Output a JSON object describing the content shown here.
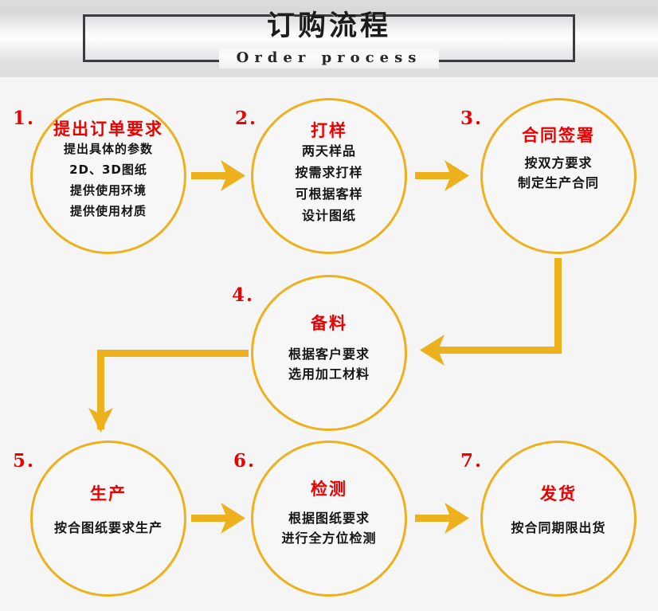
{
  "header": {
    "title": "订购流程",
    "subtitle": "Order process"
  },
  "colors": {
    "accent": "#edb11d",
    "title_red": "#ee0000",
    "body_text": "#151515",
    "background": "#f5f5f5",
    "frame": "#3b3b40"
  },
  "flow": {
    "steps": [
      {
        "number": "1.",
        "title": "提出订单要求",
        "lines": [
          "提出具体的参数",
          "2D、3D图纸",
          "提供使用环境",
          "提供使用材质"
        ]
      },
      {
        "number": "2.",
        "title": "打样",
        "lines": [
          "两天样品",
          "按需求打样",
          "可根据客样",
          "设计图纸"
        ]
      },
      {
        "number": "3.",
        "title": "合同签署",
        "lines": [
          "按双方要求",
          "制定生产合同"
        ]
      },
      {
        "number": "4.",
        "title": "备料",
        "lines": [
          "根据客户要求",
          "选用加工材料"
        ]
      },
      {
        "number": "5.",
        "title": "生产",
        "lines": [
          "按合图纸要求生产"
        ]
      },
      {
        "number": "6.",
        "title": "检测",
        "lines": [
          "根据图纸要求",
          "进行全方位检测"
        ]
      },
      {
        "number": "7.",
        "title": "发货",
        "lines": [
          "按合同期限出货"
        ]
      }
    ],
    "connectors": [
      {
        "name": "arrow-step1-to-step2",
        "direction": "right"
      },
      {
        "name": "arrow-step2-to-step3",
        "direction": "right"
      },
      {
        "name": "arrow-step3-to-step4",
        "direction": "left-elbow"
      },
      {
        "name": "arrow-step4-to-step5",
        "direction": "down-elbow"
      },
      {
        "name": "arrow-step5-to-step6",
        "direction": "right"
      },
      {
        "name": "arrow-step6-to-step7",
        "direction": "right"
      }
    ]
  }
}
